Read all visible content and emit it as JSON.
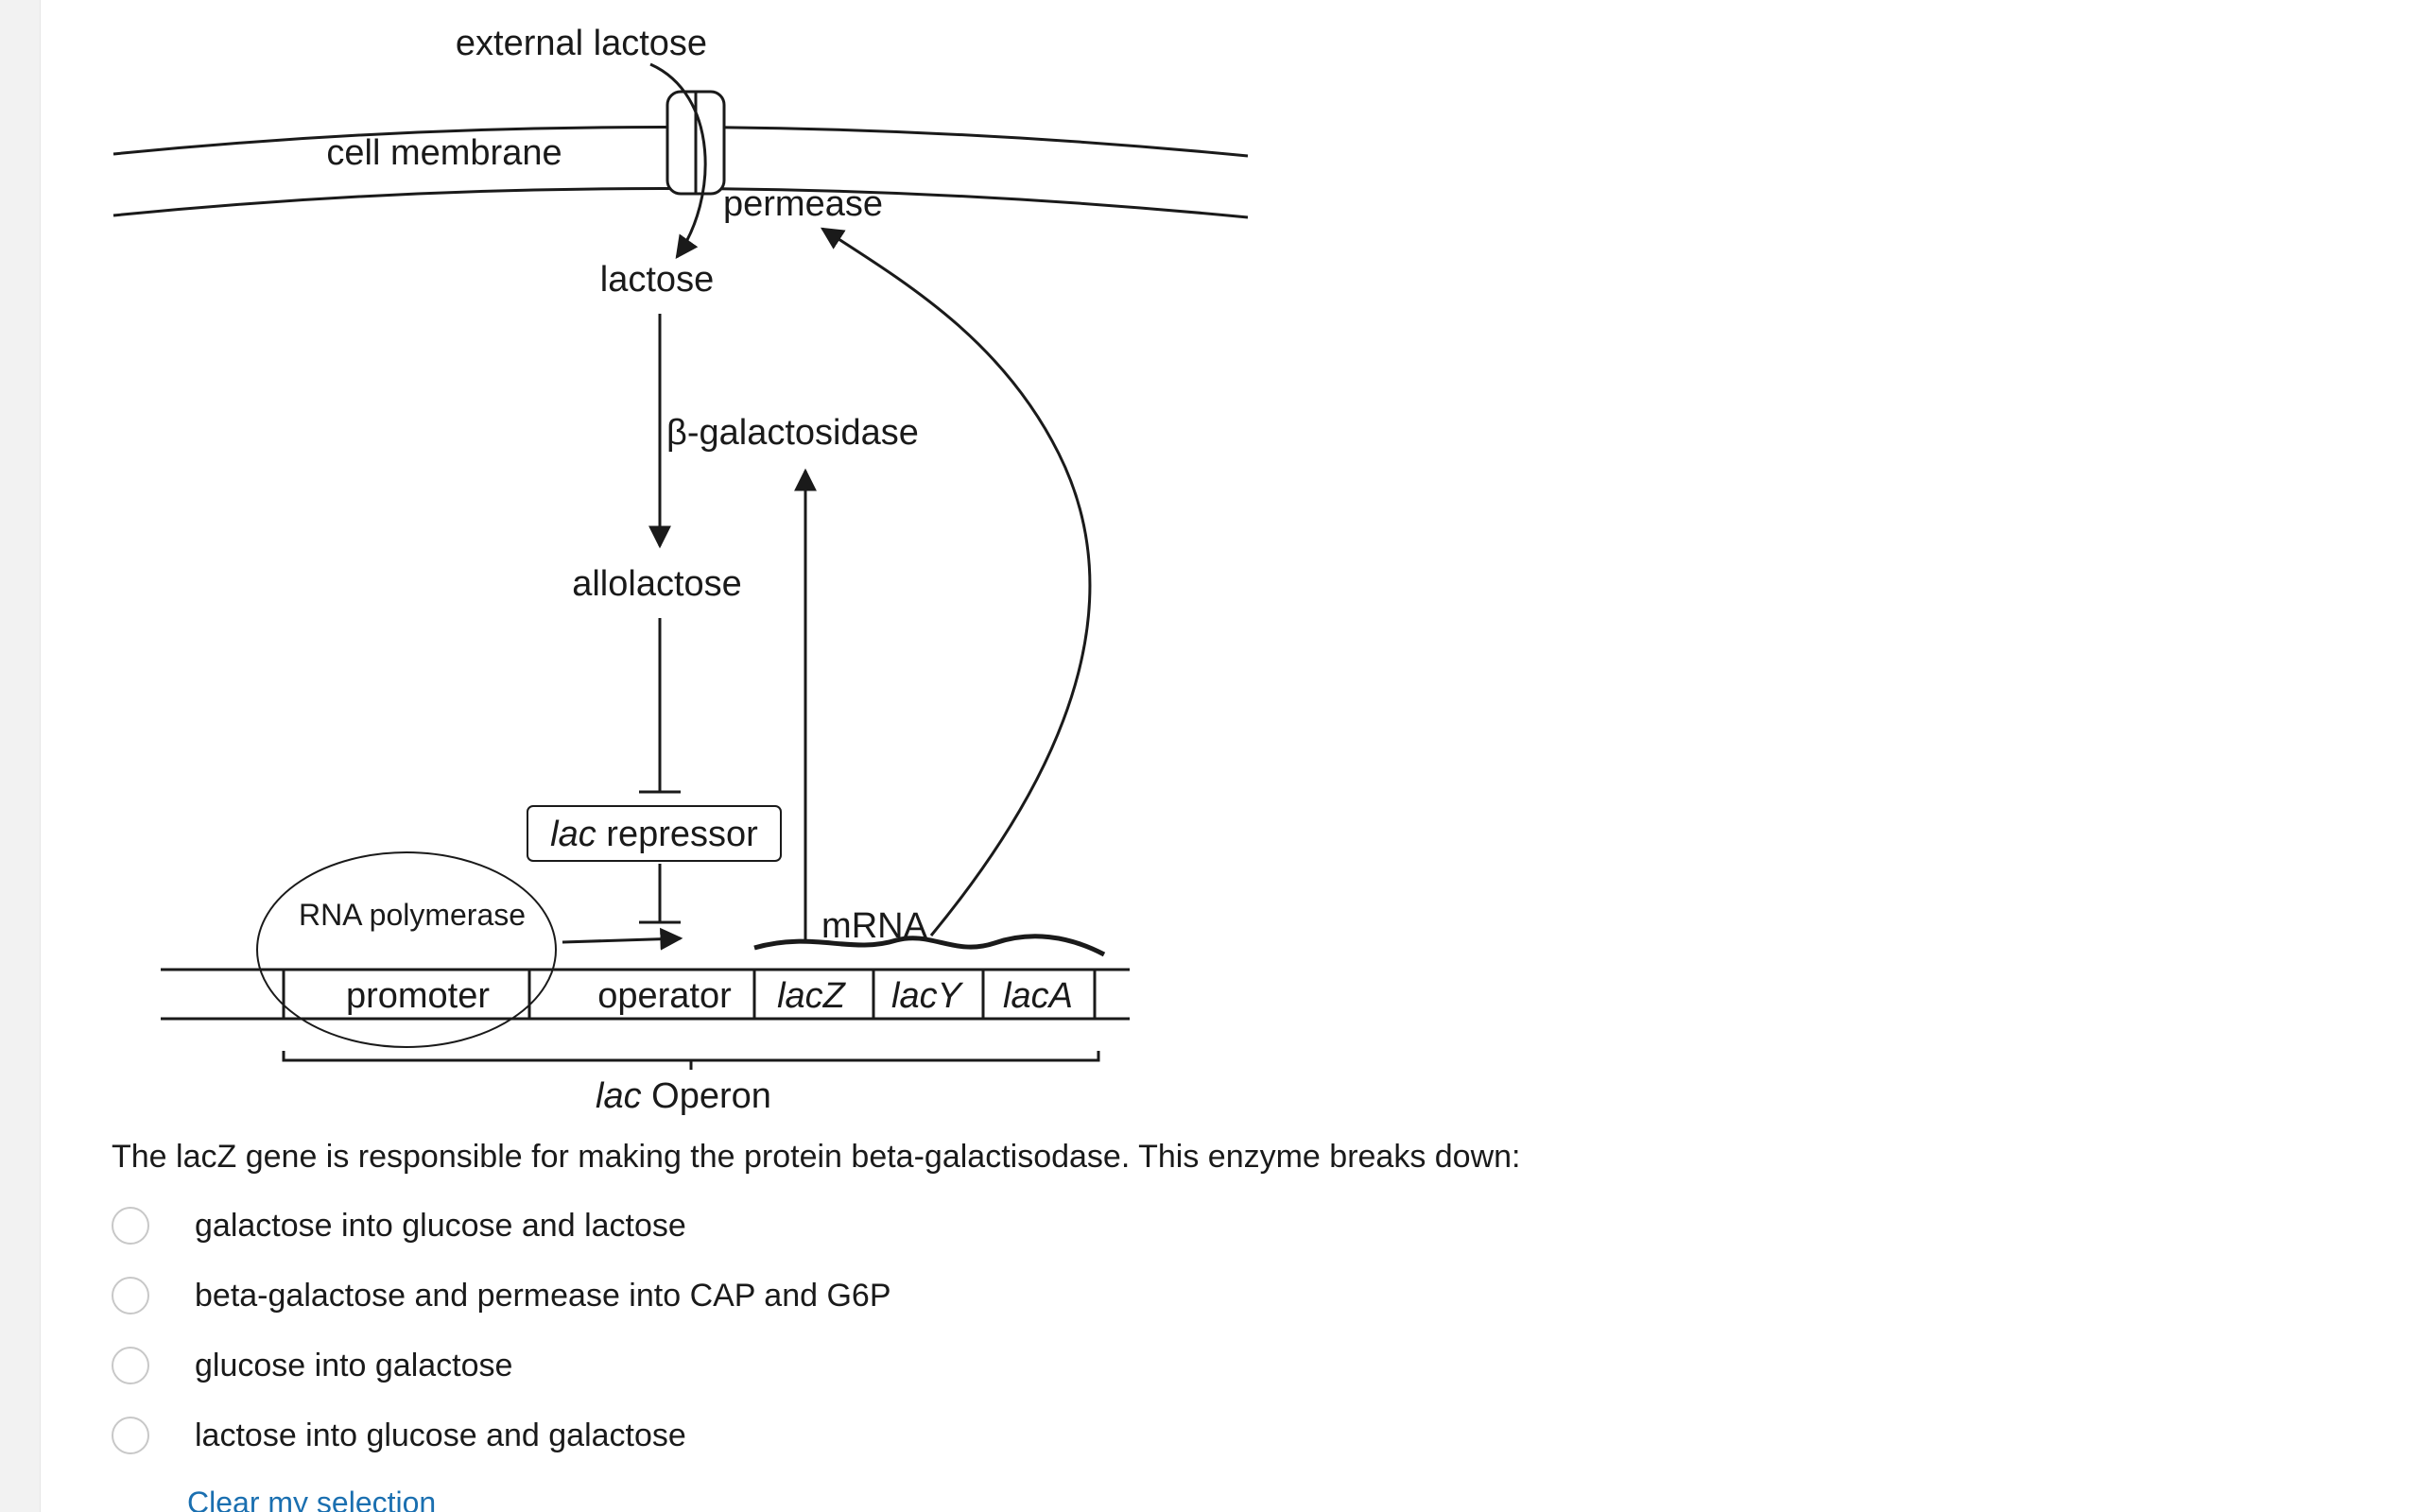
{
  "diagram": {
    "external_lactose": "external lactose",
    "cell_membrane": "cell membrane",
    "permease": "permease",
    "lactose": "lactose",
    "beta_galactosidase": "β-galactosidase",
    "allolactose": "allolactose",
    "repressor_italic": "lac",
    "repressor_rest": " repressor",
    "rna_polymerase": "RNA polymerase",
    "mrna": "mRNA",
    "promoter": "promoter",
    "operator": "operator",
    "lacZ": "lacZ",
    "lacY": "lacY",
    "lacA": "lacA",
    "operon_italic": "lac",
    "operon_rest": " Operon"
  },
  "question": {
    "text": "The lacZ gene is responsible for making the protein beta-galactisodase. This enzyme breaks down:",
    "options": [
      {
        "label": "galactose into glucose and lactose"
      },
      {
        "label": "beta-galactose and permease into CAP and G6P"
      },
      {
        "label": "glucose into galactose"
      },
      {
        "label": "lactose into glucose and galactose"
      }
    ],
    "clear_label": "Clear my selection"
  },
  "colors": {
    "link": "#1a6fb0",
    "radio_border": "#c8c8c8",
    "gutter": "#f2f2f2"
  }
}
